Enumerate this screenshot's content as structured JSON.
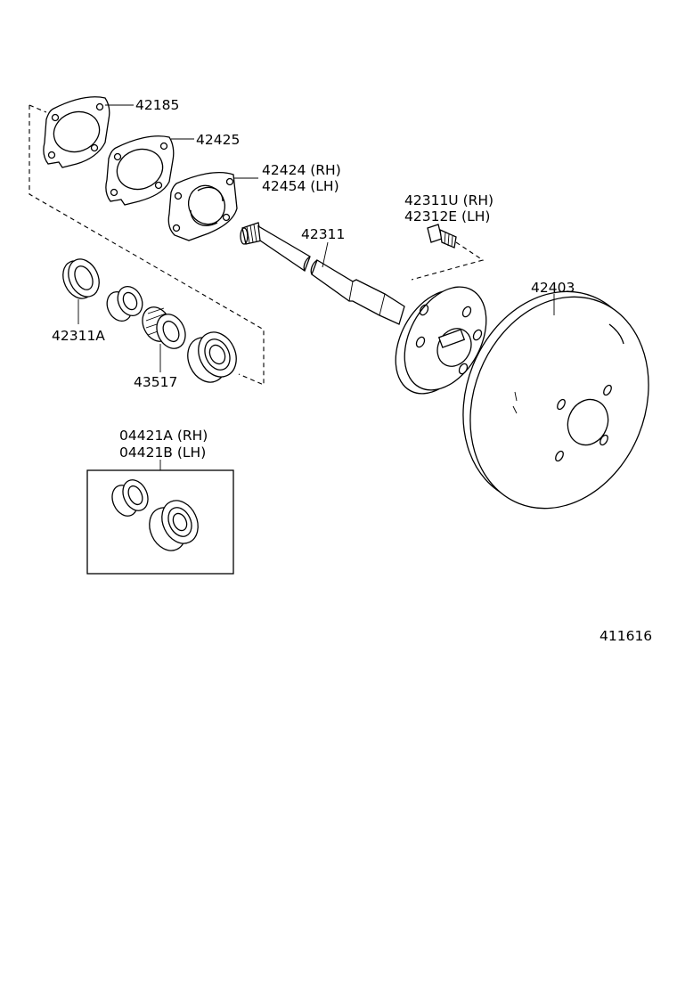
{
  "diagram": {
    "figure_code": "411616",
    "parts": [
      {
        "id": "p42185",
        "label": "42185"
      },
      {
        "id": "p42425",
        "label": "42425"
      },
      {
        "id": "p42424",
        "label": "42424 (RH)"
      },
      {
        "id": "p42454",
        "label": "42454 (LH)"
      },
      {
        "id": "p42311",
        "label": "42311"
      },
      {
        "id": "p42311u",
        "label": "42311U (RH)"
      },
      {
        "id": "p42312e",
        "label": "42312E (LH)"
      },
      {
        "id": "p42403",
        "label": "42403"
      },
      {
        "id": "p42311a",
        "label": "42311A"
      },
      {
        "id": "p43517",
        "label": "43517"
      },
      {
        "id": "p04421a",
        "label": "04421A (RH)"
      },
      {
        "id": "p04421b",
        "label": "04421B (LH)"
      }
    ]
  }
}
